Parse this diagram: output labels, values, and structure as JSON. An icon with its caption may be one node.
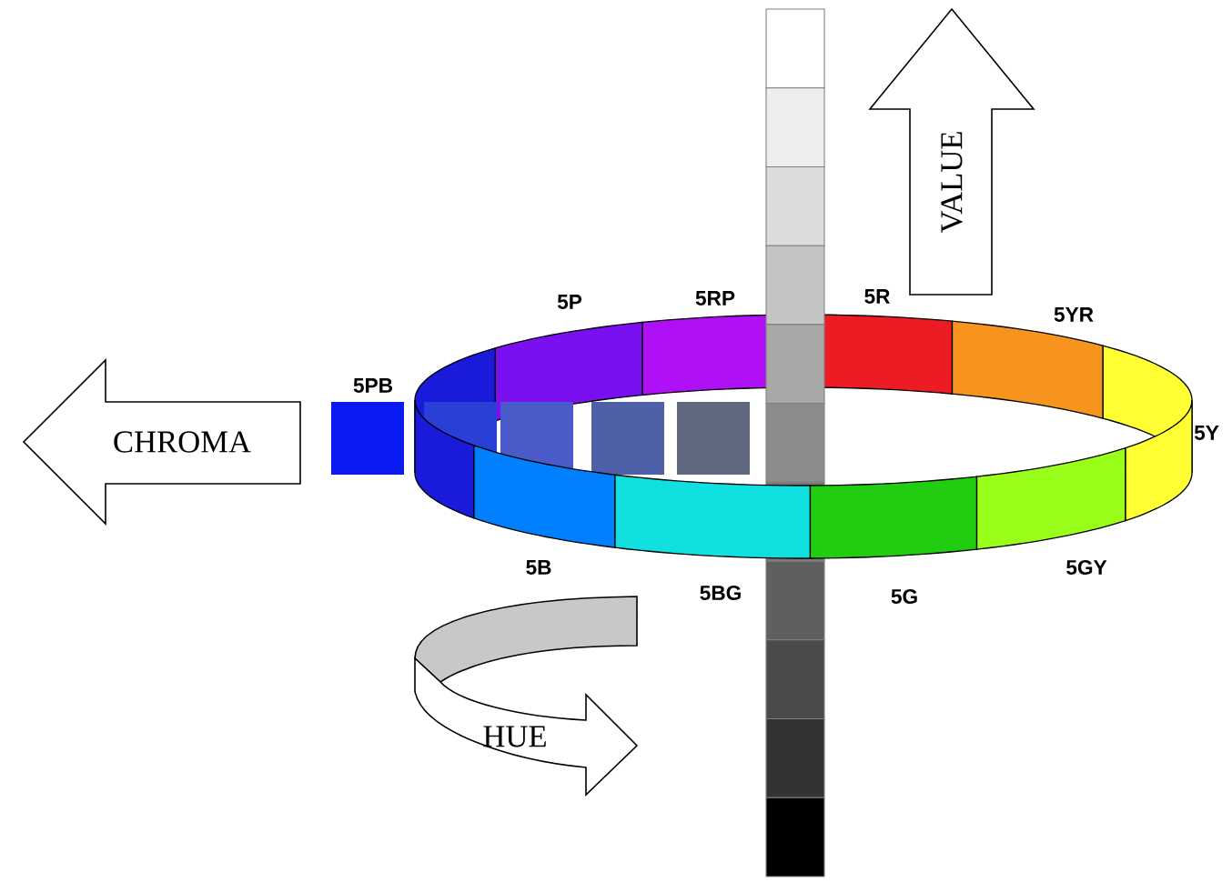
{
  "diagram": {
    "nodes": [
      {
        "text": [
          "VALUE"
        ]
      },
      {
        "text": [
          "CHROMA"
        ]
      },
      {
        "text": [
          "HUE"
        ]
      }
    ],
    "labels": [
      "5P",
      "5RP",
      "5R",
      "5YR",
      "5PB",
      "5Y",
      "5B",
      "5BG",
      "5G",
      "5GY"
    ]
  }
}
